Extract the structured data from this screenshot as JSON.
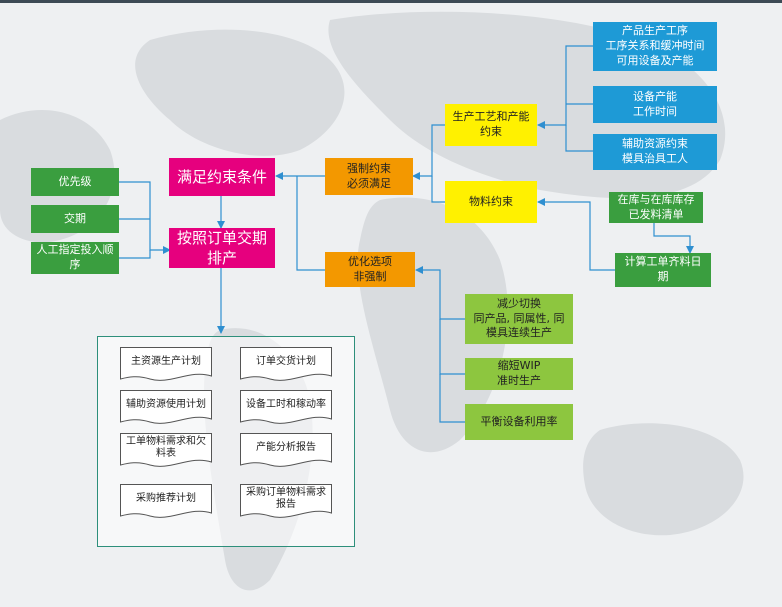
{
  "nodes": {
    "satisfy_constraints": "满足约束条件",
    "schedule_by_due": "按照订单交期\n排产",
    "hard_constraints": "强制约束\n必须满足",
    "optimization_options": "优化选项\n非强制",
    "process_capacity": "生产工艺和产能\n约束",
    "material_constraint": "物料约束",
    "product_process": "产品生产工序\n工序关系和缓冲时间\n可用设备及产能",
    "equipment_capacity": "设备产能\n工作时间",
    "aux_resources": "辅助资源约束\n模具治具工人",
    "inventory": "在库与在库库存\n已发料清单",
    "calc_material_date": "计算工单齐料日\n期",
    "priority": "优先级",
    "due_date": "交期",
    "manual_order": "人工指定投入顺\n序",
    "reduce_changeover": "减少切换\n同产品, 同属性, 同\n模具连续生产",
    "reduce_wip": "缩短WIP\n准时生产",
    "balance_utilization": "平衡设备利用率"
  },
  "outputs": [
    "主资源生产计划",
    "订单交货计划",
    "辅助资源使用计划",
    "设备工时和稼动率",
    "工单物料需求和欠\n料表",
    "产能分析报告",
    "采购推荐计划",
    "采购订单物料需求\n报告"
  ],
  "colors": {
    "pink": "#e6007e",
    "orange": "#f39800",
    "yellow": "#fff100",
    "blue": "#1e9ad6",
    "dark_green": "#3a9e3f",
    "light_green": "#8dc63f",
    "connector": "#2f8fd0",
    "container_border": "#2d8f7b"
  }
}
